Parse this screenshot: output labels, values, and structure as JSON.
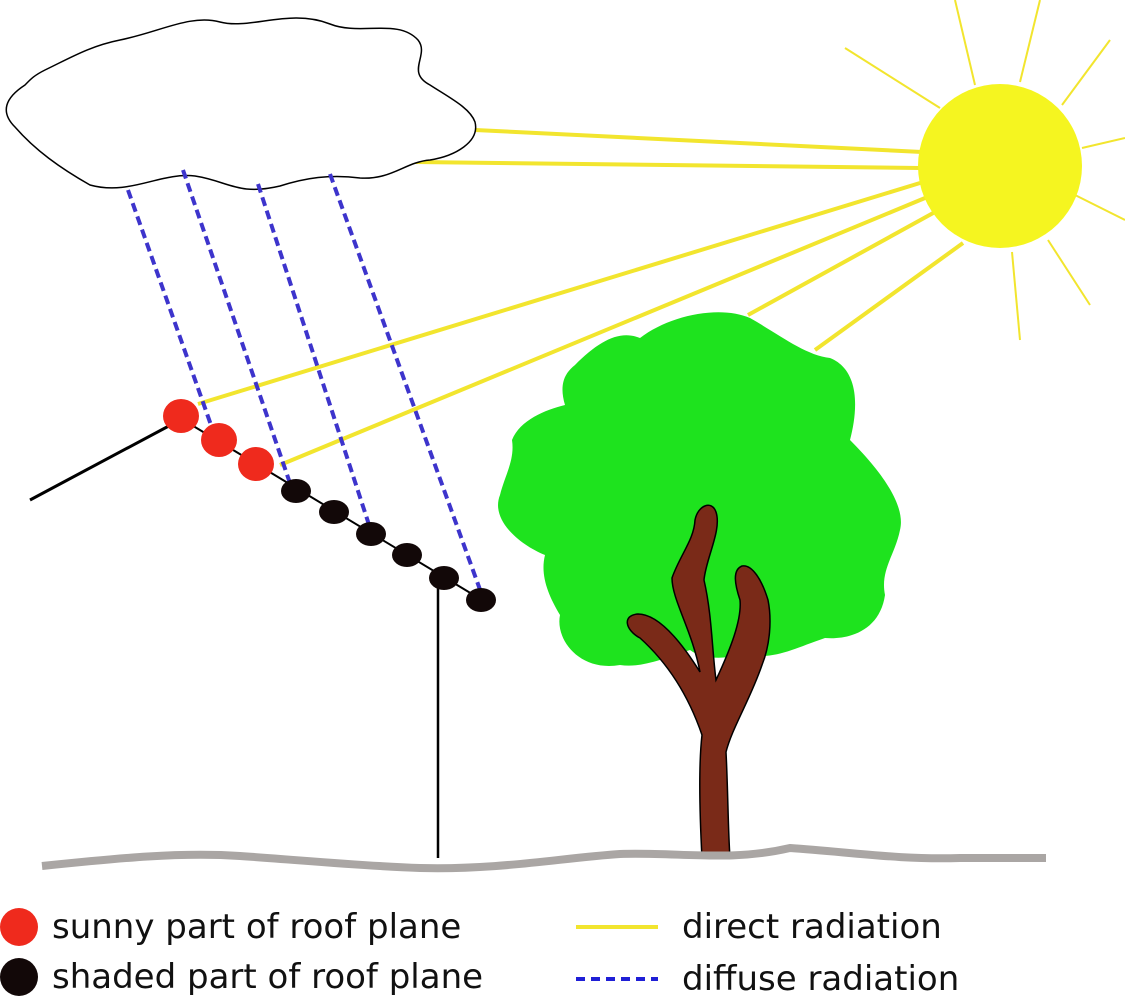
{
  "legend": {
    "sunny": {
      "label": "sunny part of roof plane",
      "color": "#ef2a1d"
    },
    "shaded": {
      "label": "shaded part of roof plane",
      "color": "#120808"
    },
    "direct": {
      "label": "direct radiation",
      "color": "#f2e52e"
    },
    "diffuse": {
      "label": "diffuse radiation",
      "color": "#1f1fd6"
    }
  },
  "colors": {
    "sun": "#f5f520",
    "sun_rays": "#f2e52e",
    "cloud_fill": "#ffffff",
    "cloud_stroke": "#000000",
    "tree_foliage": "#1ee31e",
    "tree_trunk": "#7a2a18",
    "ground": "#aaa6a4",
    "roof_line": "#000000",
    "diffuse_line": "#3d34cc",
    "direct_line": "#f2e52e"
  },
  "icons": {
    "sun": "sun-icon",
    "cloud": "cloud-icon",
    "tree": "tree-icon"
  }
}
